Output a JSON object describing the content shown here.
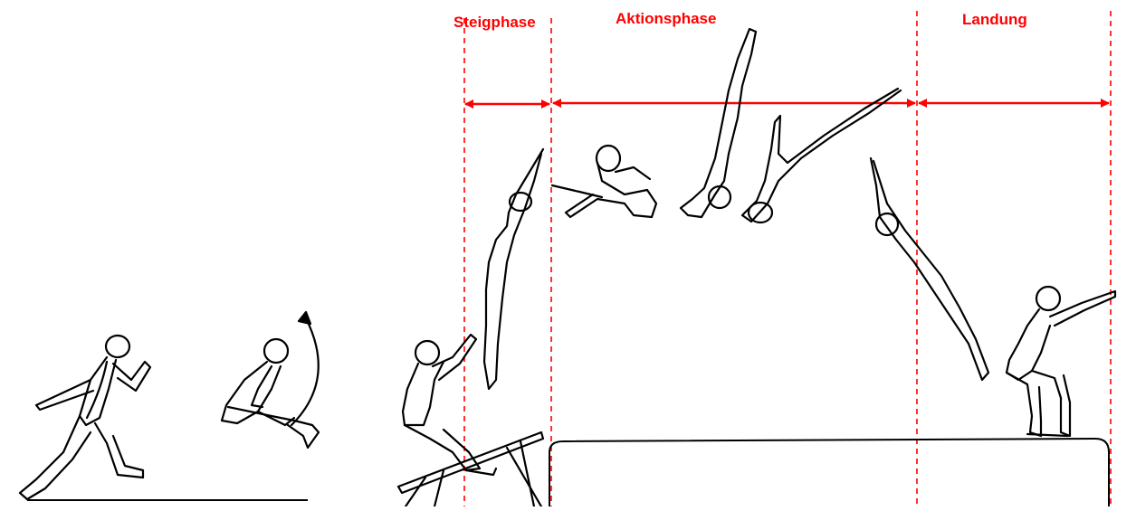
{
  "accent_color": "#ff0000",
  "phases": [
    {
      "id": "steig",
      "label": "Steigphase"
    },
    {
      "id": "aktion",
      "label": "Aktionsphase"
    },
    {
      "id": "landung",
      "label": "Landung"
    }
  ]
}
